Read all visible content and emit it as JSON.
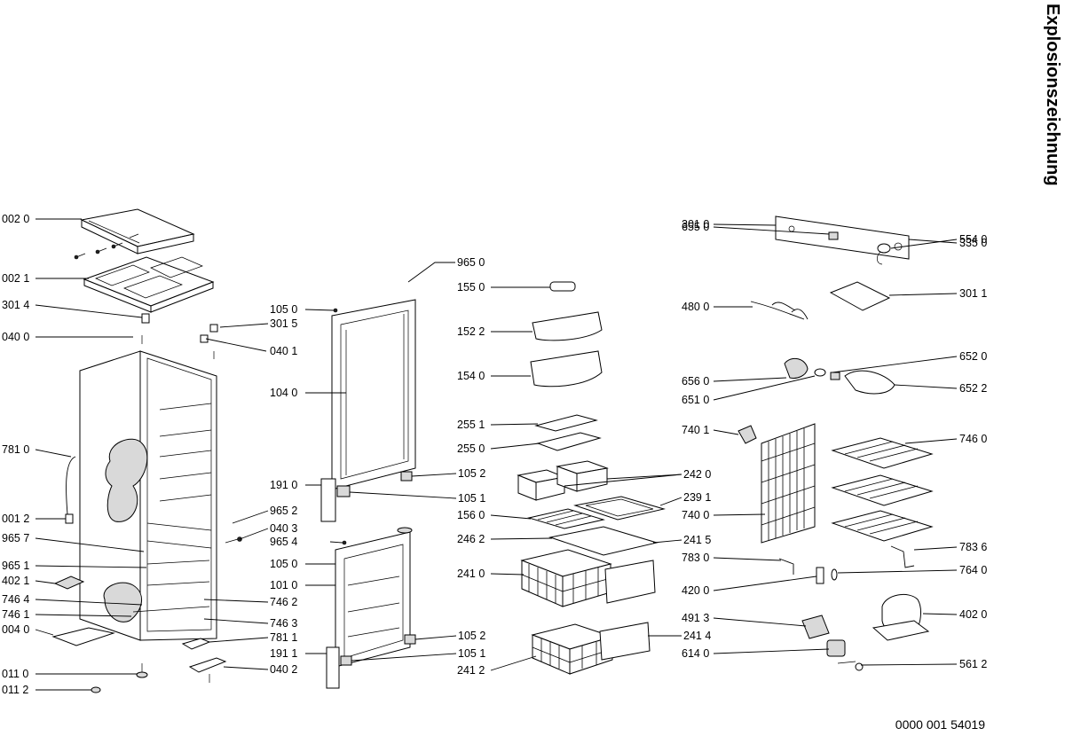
{
  "title": "Explosionszeichnung",
  "document_number": "0000 001 54019",
  "callouts": [
    {
      "id": "c-0020",
      "text": "002 0"
    },
    {
      "id": "c-0021",
      "text": "002 1"
    },
    {
      "id": "c-3014",
      "text": "301 4"
    },
    {
      "id": "c-0400",
      "text": "040 0"
    },
    {
      "id": "c-7810",
      "text": "781 0"
    },
    {
      "id": "c-0012",
      "text": "001 2"
    },
    {
      "id": "c-9657",
      "text": "965 7"
    },
    {
      "id": "c-9651",
      "text": "965 1"
    },
    {
      "id": "c-4021",
      "text": "402 1"
    },
    {
      "id": "c-7464",
      "text": "746 4"
    },
    {
      "id": "c-7461",
      "text": "746 1"
    },
    {
      "id": "c-0040",
      "text": "004 0"
    },
    {
      "id": "c-0110",
      "text": "011 0"
    },
    {
      "id": "c-0112",
      "text": "011 2"
    },
    {
      "id": "c-3015",
      "text": "301 5"
    },
    {
      "id": "c-0401",
      "text": "040 1"
    },
    {
      "id": "c-9652",
      "text": "965 2"
    },
    {
      "id": "c-0403",
      "text": "040 3"
    },
    {
      "id": "c-7462",
      "text": "746 2"
    },
    {
      "id": "c-7463",
      "text": "746 3"
    },
    {
      "id": "c-7811",
      "text": "781 1"
    },
    {
      "id": "c-0402",
      "text": "040 2"
    },
    {
      "id": "c-1050a",
      "text": "105 0"
    },
    {
      "id": "c-1040",
      "text": "104 0"
    },
    {
      "id": "c-1910",
      "text": "191 0"
    },
    {
      "id": "c-9654",
      "text": "965 4"
    },
    {
      "id": "c-1050b",
      "text": "105 0"
    },
    {
      "id": "c-1010",
      "text": "101 0"
    },
    {
      "id": "c-1911",
      "text": "191 1"
    },
    {
      "id": "c-9650",
      "text": "965 0"
    },
    {
      "id": "c-1052a",
      "text": "105 2"
    },
    {
      "id": "c-1051a",
      "text": "105 1"
    },
    {
      "id": "c-1052b",
      "text": "105 2"
    },
    {
      "id": "c-1051b",
      "text": "105 1"
    },
    {
      "id": "c-1550",
      "text": "155 0"
    },
    {
      "id": "c-1522",
      "text": "152 2"
    },
    {
      "id": "c-1540",
      "text": "154 0"
    },
    {
      "id": "c-2551",
      "text": "255 1"
    },
    {
      "id": "c-2550",
      "text": "255 0"
    },
    {
      "id": "c-1560",
      "text": "156 0"
    },
    {
      "id": "c-2462",
      "text": "246 2"
    },
    {
      "id": "c-2410",
      "text": "241 0"
    },
    {
      "id": "c-2412",
      "text": "241 2"
    },
    {
      "id": "c-2420",
      "text": "242 0"
    },
    {
      "id": "c-2391",
      "text": "239 1"
    },
    {
      "id": "c-2415",
      "text": "241 5"
    },
    {
      "id": "c-2414",
      "text": "241 4"
    },
    {
      "id": "c-3010",
      "text": "301 0"
    },
    {
      "id": "c-6550",
      "text": "655 0"
    },
    {
      "id": "c-4800",
      "text": "480 0"
    },
    {
      "id": "c-6560",
      "text": "656 0"
    },
    {
      "id": "c-6510",
      "text": "651 0"
    },
    {
      "id": "c-7401",
      "text": "740 1"
    },
    {
      "id": "c-7400",
      "text": "740 0"
    },
    {
      "id": "c-7830",
      "text": "783 0"
    },
    {
      "id": "c-4200",
      "text": "420 0"
    },
    {
      "id": "c-4913",
      "text": "491 3"
    },
    {
      "id": "c-6140",
      "text": "614 0"
    },
    {
      "id": "c-3350",
      "text": "335 0"
    },
    {
      "id": "c-5540",
      "text": "554 0"
    },
    {
      "id": "c-3011",
      "text": "301 1"
    },
    {
      "id": "c-6520",
      "text": "652 0"
    },
    {
      "id": "c-6522",
      "text": "652 2"
    },
    {
      "id": "c-7460",
      "text": "746 0"
    },
    {
      "id": "c-7836",
      "text": "783 6"
    },
    {
      "id": "c-7640",
      "text": "764 0"
    },
    {
      "id": "c-4020",
      "text": "402 0"
    },
    {
      "id": "c-5612",
      "text": "561 2"
    }
  ]
}
